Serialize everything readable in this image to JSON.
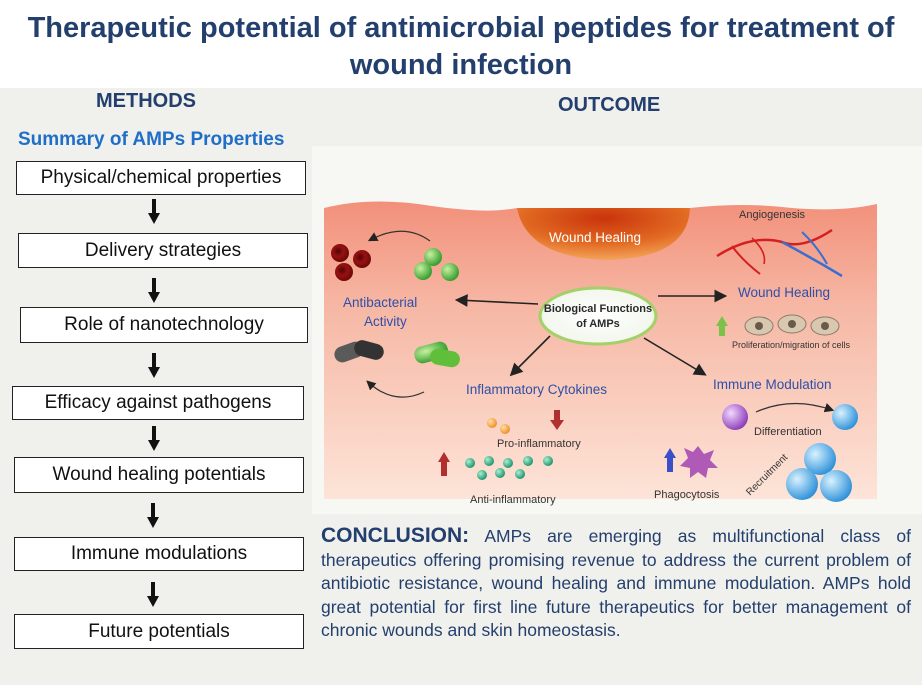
{
  "title": "Therapeutic potential of antimicrobial peptides for treatment of wound infection",
  "methods": {
    "heading": "METHODS",
    "summary_heading": "Summary of AMPs Properties",
    "steps": [
      "Physical/chemical properties",
      "Delivery strategies",
      "Role of nanotechnology",
      "Efficacy against pathogens",
      "Wound healing potentials",
      "Immune modulations",
      "Future potentials"
    ]
  },
  "outcome": {
    "heading": "OUTCOME",
    "figure": {
      "wound_healing_top": "Wound Healing",
      "center": [
        "Biological Functions",
        "of AMPs"
      ],
      "antibacterial": [
        "Antibacterial",
        "Activity"
      ],
      "angiogenesis": "Angiogenesis",
      "wound_healing_right": "Wound Healing",
      "proliferation": "Proliferation/migration of cells",
      "inflammatory_cytokines": "Inflammatory Cytokines",
      "pro_inflammatory": "Pro-inflammatory",
      "anti_inflammatory": "Anti-inflammatory",
      "immune_modulation": "Immune Modulation",
      "differentiation": "Differentiation",
      "recruitment": "Recruitment",
      "phagocytosis": "Phagocytosis"
    },
    "colors": {
      "heading": "#233f6e",
      "label_blue": "#2f4fa8",
      "arrow_green": "#7cc24a",
      "arrow_red": "#b03030"
    }
  },
  "conclusion": {
    "label": "CONCLUSION:",
    "text": "AMPs are emerging as multifunctional class of therapeutics offering promising revenue to address the current problem of antibiotic resistance, wound healing and immune modulation. AMPs hold great potential for first line future therapeutics for better management of chronic wounds and skin homeostasis."
  }
}
